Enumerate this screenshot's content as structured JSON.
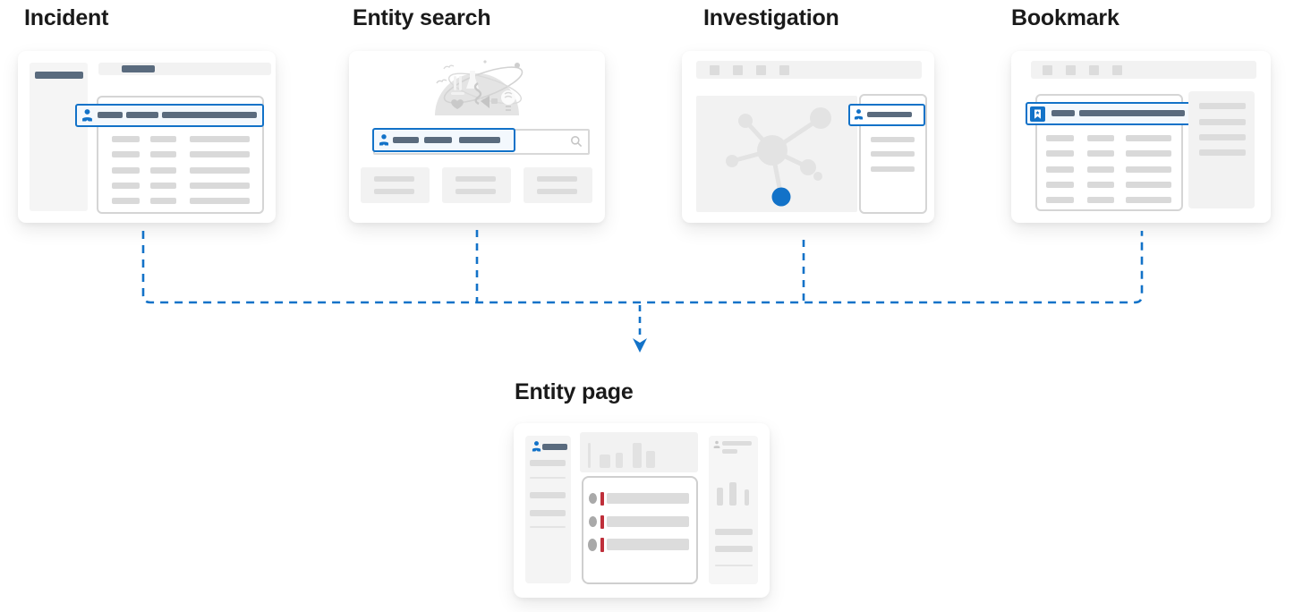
{
  "cards": {
    "incident": {
      "label": "Incident"
    },
    "entity_search": {
      "label": "Entity search"
    },
    "investigation": {
      "label": "Investigation"
    },
    "bookmark": {
      "label": "Bookmark"
    },
    "entity_page": {
      "label": "Entity page"
    }
  },
  "flow": {
    "sources": [
      "Incident",
      "Entity search",
      "Investigation",
      "Bookmark"
    ],
    "target": "Entity page"
  },
  "icons": {
    "person": "person-icon",
    "bookmark": "bookmark-icon",
    "search": "search-icon",
    "network": "network-graph",
    "arrow": "arrow-down-icon",
    "illustration": "science-doodle-illustration"
  },
  "colors": {
    "accent_blue": "#1272c8",
    "highlight_fill": "#f3f8fd",
    "slate_bar": "#5a6b7e",
    "gray_bar": "#d9d9d9",
    "panel_gray": "#f2f2f2",
    "border_gray": "#d5d5d5",
    "alert_red": "#bf2f3a",
    "graph_node_gray": "#e3e3e3"
  }
}
